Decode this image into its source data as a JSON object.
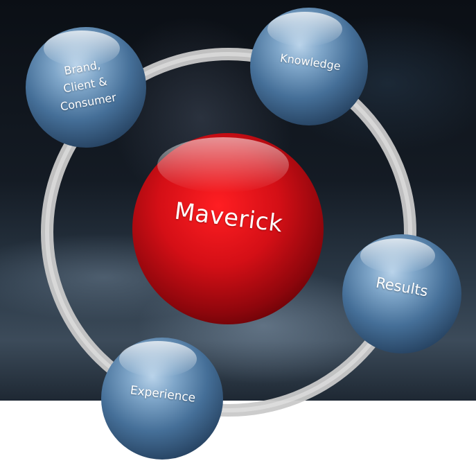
{
  "diagram": {
    "center": {
      "label": "Maverick",
      "color": "#c8101a"
    },
    "nodes": [
      {
        "id": "brand",
        "lines": [
          "Brand,",
          "Client &",
          "Consumer"
        ]
      },
      {
        "id": "knowledge",
        "label": "Knowledge"
      },
      {
        "id": "results",
        "label": "Results"
      },
      {
        "id": "experience",
        "label": "Experience"
      }
    ],
    "node_color": "#4a7aa6",
    "ring_color": "#c9c9c9"
  }
}
